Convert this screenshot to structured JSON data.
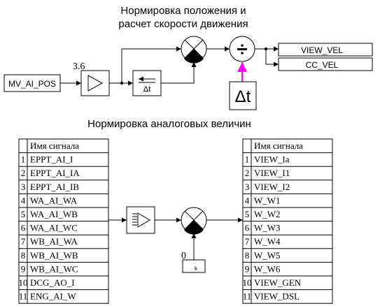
{
  "titles": {
    "top_line1": "Нормировка положения и",
    "top_line2": "расчет скорости движения",
    "bottom": "Нормировка аналоговых величин"
  },
  "top": {
    "input_label": "MV_AI_POS",
    "gain_value": "3.6",
    "delta_t_big": "Δt",
    "delta_t_small": "Δt",
    "divide_symbol": "÷",
    "output_1": "VIEW_VEL",
    "output_2": "CC_VEL"
  },
  "bottom": {
    "k_value": "0",
    "k_label": "k",
    "left_table": {
      "header": "Имя сигнала",
      "rows": [
        {
          "num": "1",
          "name": "EPPT_AI_I"
        },
        {
          "num": "2",
          "name": "EPPT_AI_IA"
        },
        {
          "num": "3",
          "name": "EPPT_AI_IB"
        },
        {
          "num": "4",
          "name": "WA_AI_WA"
        },
        {
          "num": "5",
          "name": "WA_AI_WB"
        },
        {
          "num": "6",
          "name": "WA_AI_WC"
        },
        {
          "num": "7",
          "name": "WB_AI_WA"
        },
        {
          "num": "8",
          "name": "WB_AI_WB"
        },
        {
          "num": "9",
          "name": "WB_AI_WC"
        },
        {
          "num": "10",
          "name": "DCG_AO_I"
        },
        {
          "num": "11",
          "name": "ENG_AI_W"
        }
      ]
    },
    "right_table": {
      "header": "Имя сигнала",
      "rows": [
        {
          "num": "1",
          "name": "VIEW_Ia"
        },
        {
          "num": "2",
          "name": "VIEW_I1"
        },
        {
          "num": "3",
          "name": "VIEW_I2"
        },
        {
          "num": "4",
          "name": "W_W1"
        },
        {
          "num": "5",
          "name": "W_W2"
        },
        {
          "num": "6",
          "name": "W_W3"
        },
        {
          "num": "7",
          "name": "W_W4"
        },
        {
          "num": "8",
          "name": "W_W5"
        },
        {
          "num": "9",
          "name": "W_W6"
        },
        {
          "num": "10",
          "name": "VIEW_GEN"
        },
        {
          "num": "11",
          "name": "VIEW_DSL"
        }
      ]
    }
  },
  "colors": {
    "line": "#000000",
    "accent": "#ff00ff",
    "background": "#ffffff"
  }
}
